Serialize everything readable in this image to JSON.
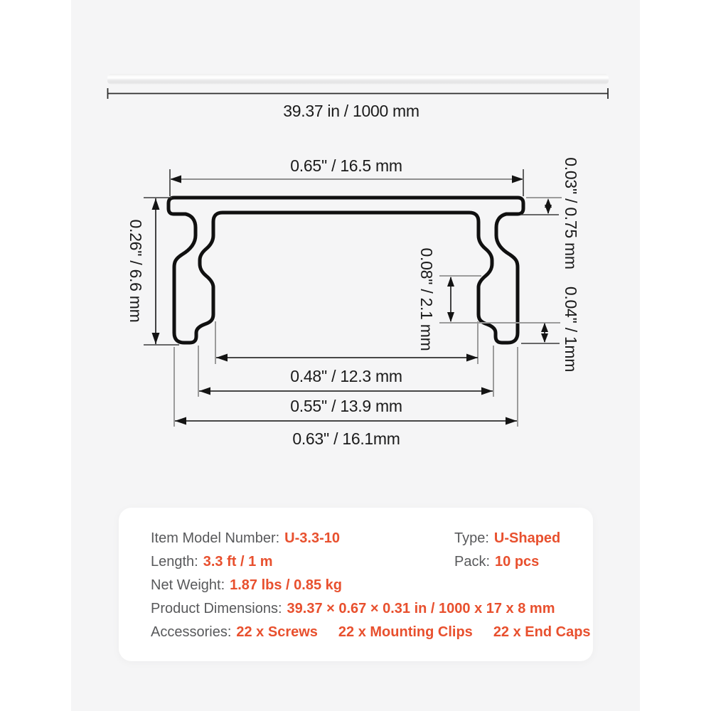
{
  "colors": {
    "content_background": "#f5f5f6",
    "accent_orange": "#e8502e",
    "label_gray": "#58595b",
    "line_black": "#1b1b1b"
  },
  "top_view": {
    "dimension_label": "39.37 in / 1000 mm"
  },
  "cross_section": {
    "dims": {
      "top_width": "0.65'' / 16.5 mm",
      "plate_thickness": "0.03'' / 0.75 mm",
      "height": "0.26'' / 6.6 mm",
      "slot_height": "0.08'' / 2.1 mm",
      "foot_height": "0.04'' / 1mm",
      "inner_width": "0.48'' / 12.3 mm",
      "mid_width": "0.55'' / 13.9 mm",
      "outer_width": "0.63'' / 16.1mm"
    }
  },
  "spec_card": {
    "rows": [
      {
        "label": "Item Model Number:",
        "value": "U-3.3-10"
      },
      {
        "label": "Length:",
        "value": "3.3 ft / 1 m"
      },
      {
        "label": "Net Weight:",
        "value": "1.87 lbs / 0.85 kg"
      },
      {
        "label": "Product Dimensions:",
        "value": "39.37 × 0.67 × 0.31 in / 1000 x 17 x 8 mm"
      }
    ],
    "accessories": {
      "label": "Accessories:",
      "items": [
        "22 x Screws",
        "22 x Mounting Clips",
        "22 x End Caps"
      ]
    },
    "side_rows": [
      {
        "label": "Type:",
        "value": "U-Shaped"
      },
      {
        "label": "Pack:",
        "value": "10 pcs"
      }
    ]
  }
}
